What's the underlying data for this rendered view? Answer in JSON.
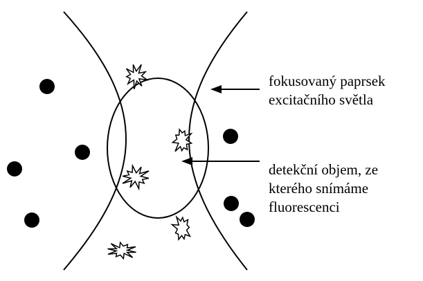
{
  "diagram": {
    "labels": {
      "beam": [
        "fokusovaný paprsek",
        "excitačního světla"
      ],
      "volume": [
        "detekční objem, ze",
        "kterého snímáme",
        "fluorescenci"
      ]
    },
    "colors": {
      "stroke": "#000000",
      "dot": "#000000",
      "background": "#ffffff",
      "star_fill": "#ffffff"
    },
    "icons": {
      "molecule": "black-dot",
      "fluorescing_molecule": "starburst"
    }
  }
}
